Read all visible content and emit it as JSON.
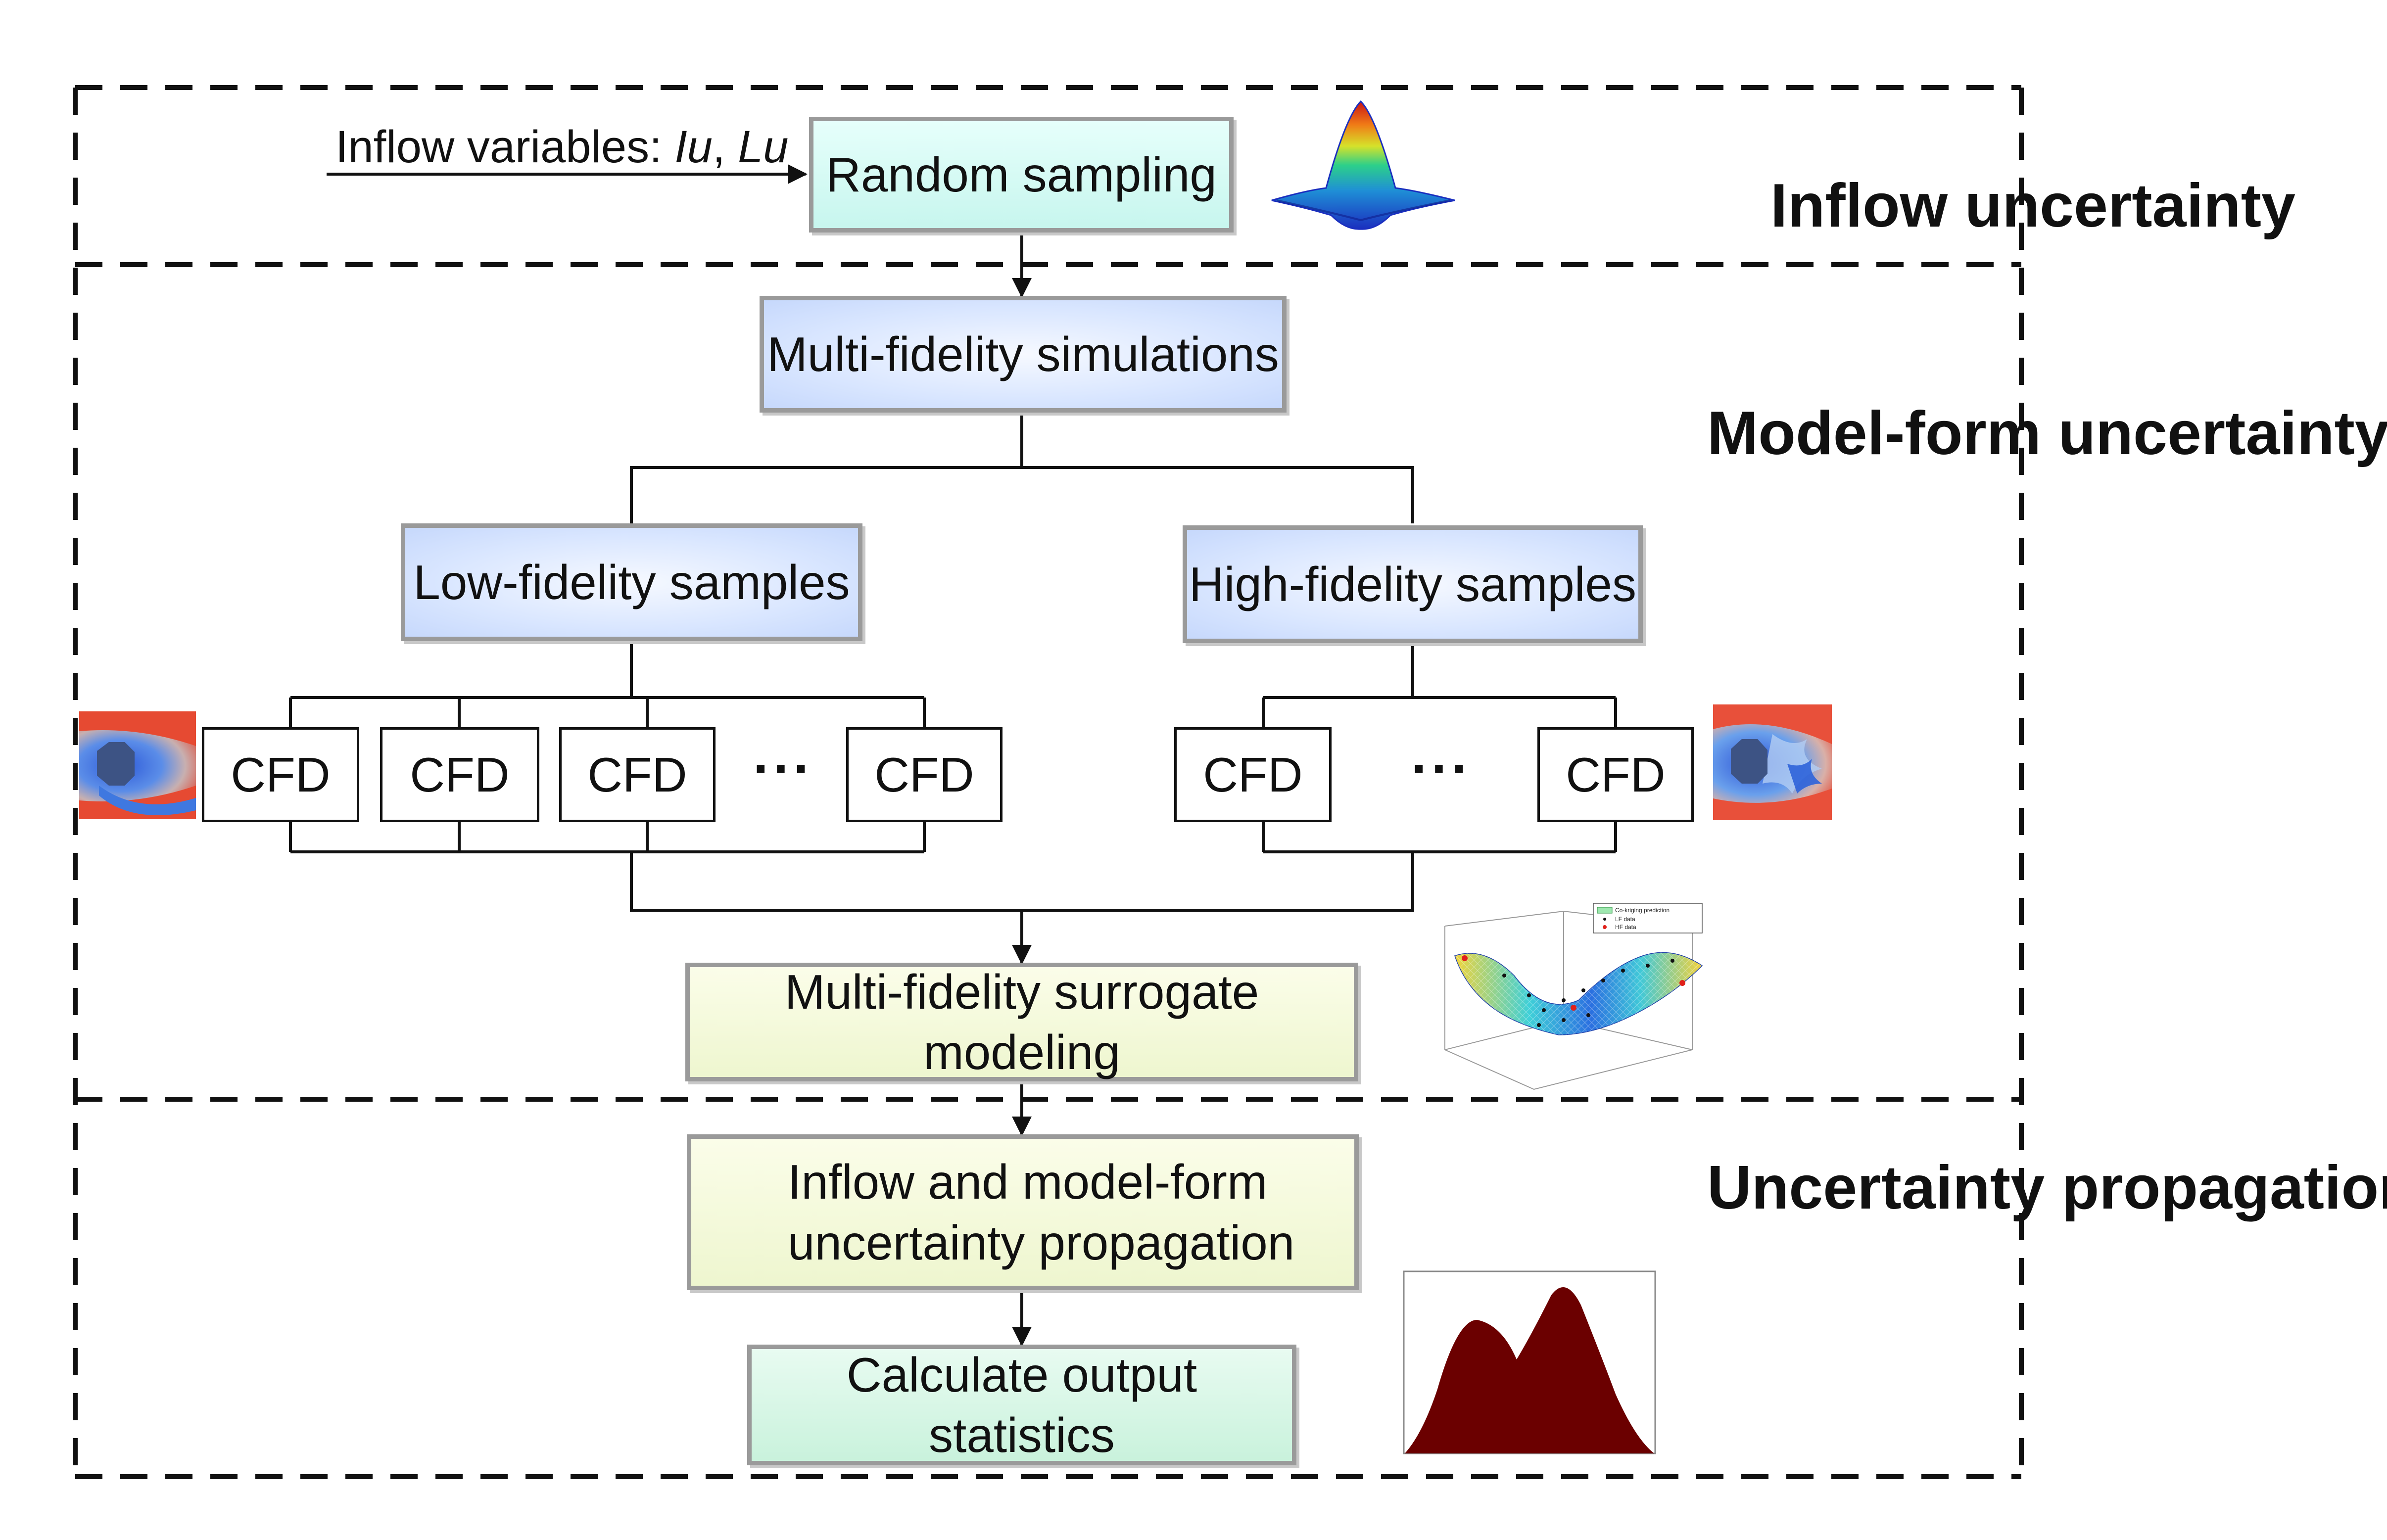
{
  "inflow": {
    "label_prefix": "Inflow variables: ",
    "var1": "Iu",
    "separator": ", ",
    "var2": "Lu"
  },
  "boxes": {
    "random_sampling": "Random sampling",
    "multi_fidelity_simulations": "Multi-fidelity simulations",
    "low_fidelity_samples": "Low-fidelity samples",
    "high_fidelity_samples": "High-fidelity samples",
    "surrogate_modeling": "Multi-fidelity surrogate modeling",
    "propagation_line1": "Inflow and model-form",
    "propagation_line2": "uncertainty propagation",
    "output_statistics": "Calculate output statistics"
  },
  "cfd_label": "CFD",
  "ellipsis": "···",
  "stages": {
    "inflow": "Inflow uncertainty",
    "model_form": "Model-form uncertainty",
    "propagation": "Uncertainty propagation"
  },
  "surrogate_plot_legend": [
    "Co-kriging prediction",
    "LF data",
    "HF data"
  ],
  "colors": {
    "box_border": "#9a9a9a",
    "cyan_fill": "#c7f6ee",
    "blue_fill": "#d9e6ff",
    "yellow_fill": "#eef6cf",
    "green_fill": "#c9f2dc",
    "distribution_fill": "#6b0000",
    "dashed_frame": "#111111"
  },
  "icons": {
    "gaussian": "gaussian-surface-icon",
    "flow_lf": "cfd-flow-field-thumbnail",
    "flow_hf": "cfd-flow-field-thumbnail",
    "surrogate": "surrogate-surface-plot",
    "pdf": "bimodal-distribution-plot"
  }
}
